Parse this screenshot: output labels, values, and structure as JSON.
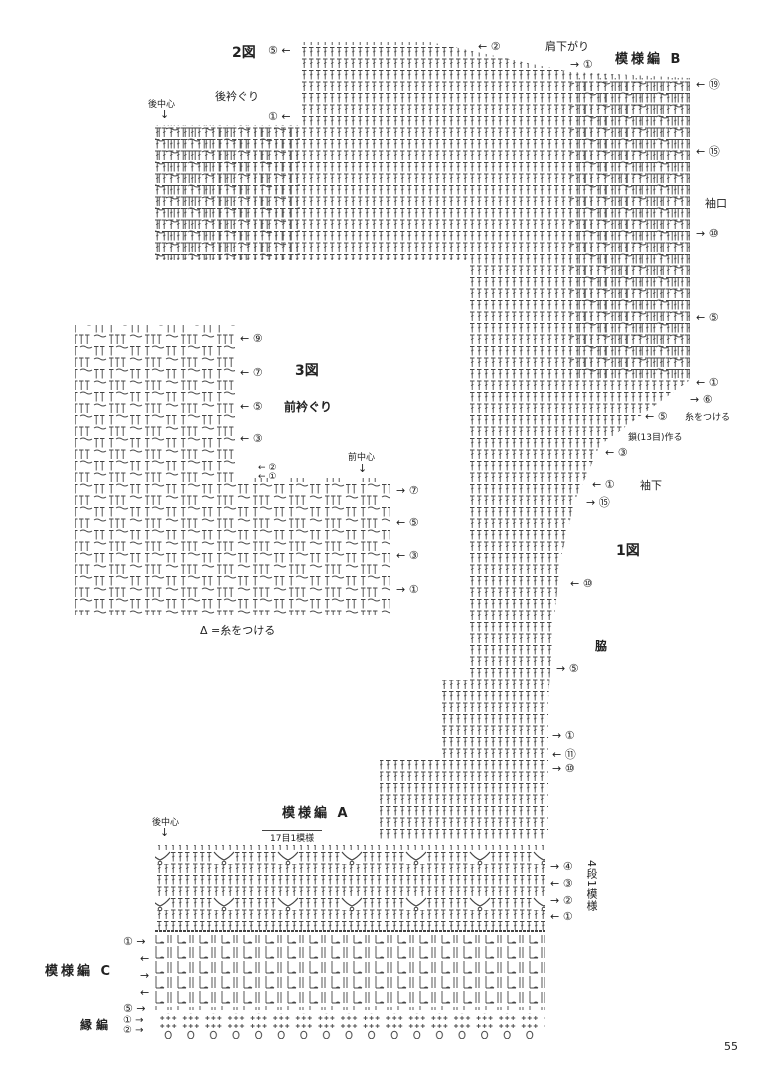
{
  "figures": {
    "fig2": "2図",
    "fig3": "3図",
    "fig1": "1図"
  },
  "labels": {
    "back_neck": "後衿ぐり",
    "back_center": "後中心",
    "shoulder_slope": "肩下がり",
    "pattern_b": "模様編 B",
    "cuff": "袖口",
    "attach_yarn": "糸をつける",
    "chain_make": "鎖(13目)作る",
    "sleeve_under": "袖下",
    "side": "脇",
    "front_neck": "前衿ぐり",
    "front_center": "前中心",
    "attach_note": "Δ =糸をつける",
    "pattern_a": "模様編 A",
    "repeat_17": "17目1模様",
    "four_rows_repeat": "4段1模様",
    "pattern_c": "模様編 C",
    "edging": "縁編",
    "page_number": "55"
  },
  "row_markers": {
    "fig2_5": "⑤ ←",
    "fig2_2": "← ②",
    "fig2_1_top": "→ ①",
    "fig2_1_neck": "① ←",
    "b19": "← ⑲",
    "b15": "← ⑮",
    "b10": "→ ⑩",
    "b5": "← ⑤",
    "b1": "← ①",
    "s6": "→ ⑥",
    "s5": "← ⑤",
    "s3": "← ③",
    "s1": "← ①",
    "s15": "→ ⑮",
    "s10": "← ⑩",
    "side5": "→ ⑤",
    "side1": "→ ①",
    "side11": "← ⑪",
    "side10": "→ ⑩",
    "f9": "← ⑨",
    "f7a": "← ⑦",
    "f5a": "← ⑤",
    "f3a": "← ③",
    "f2": "← ②",
    "f1s": "← ①",
    "f7": "→ ⑦",
    "f5": "← ⑤",
    "f3": "← ③",
    "f1": "→ ①",
    "a4": "→ ④",
    "a3": "← ③",
    "a2": "→ ②",
    "a1": "← ①",
    "c1": "① →",
    "c2": "←",
    "c3": "→",
    "c4": "←",
    "c5": "⑤ →",
    "e1": "① →",
    "e2": "② →"
  },
  "colors": {
    "ink": "#333333",
    "paper": "#ffffff"
  }
}
